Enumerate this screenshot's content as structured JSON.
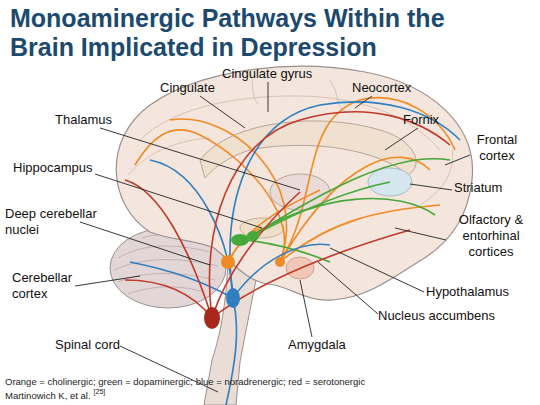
{
  "diagram": {
    "title": "Monoaminergic Pathways Within the Brain Implicated in Depression",
    "caption": "Orange = cholinergic; green = dopaminergic; blue = noradrenergic; red = serotonergic",
    "labels": [
      "Cingulate",
      "Cingulate gyrus",
      "Neocortex",
      "Fornix",
      "Thalamus",
      "Frontal cortex",
      "Hippocampus",
      "Striatum",
      "Deep cerebellar nuclei",
      "Olfactory & entorhinal cortices",
      "Cerebellar cortex",
      "Hypothalamus",
      "Nucleus accumbens",
      "Spinal cord",
      "Amygdala",
      "Martinowich K, et al.",
      "[25]"
    ]
  }
}
